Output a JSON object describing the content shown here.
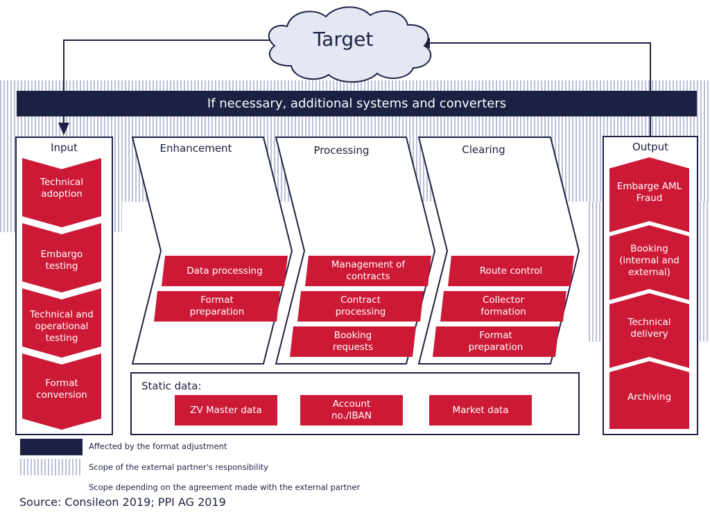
{
  "target": "Target",
  "banner": "If necessary, additional systems and converters",
  "input": {
    "title": "Input",
    "steps": [
      "Technical adoption",
      "Embargo testing",
      "Technical and operational testing",
      "Format conversion"
    ]
  },
  "output": {
    "title": "Output",
    "steps": [
      "Embarge AML Fraud",
      "Booking (internal and external)",
      "Technical delivery",
      "Archiving"
    ]
  },
  "stages": [
    {
      "title": "Enhancement",
      "items": [
        "Data processing",
        "Format preparation"
      ]
    },
    {
      "title": "Processing",
      "items": [
        "Management of contracts",
        "Contract processing",
        "Booking requests"
      ]
    },
    {
      "title": "Clearing",
      "items": [
        "Route control",
        "Collector formation",
        "Format preparation"
      ]
    }
  ],
  "static_data": {
    "title": "Static data:",
    "items": [
      "ZV Master data",
      "Account no./IBAN",
      "Market data"
    ]
  },
  "legend": [
    "Affected by the format adjustment",
    "Scope of the external partner's responsibility",
    "Scope depending on the agreement made with the external partner"
  ],
  "source": "Source: Consileon 2019; PPI AG 2019",
  "colors": {
    "navy": "#1c2143",
    "red": "#cc1a36",
    "stripe": "#b9bfd9",
    "cloud": "#e4e7f4"
  }
}
